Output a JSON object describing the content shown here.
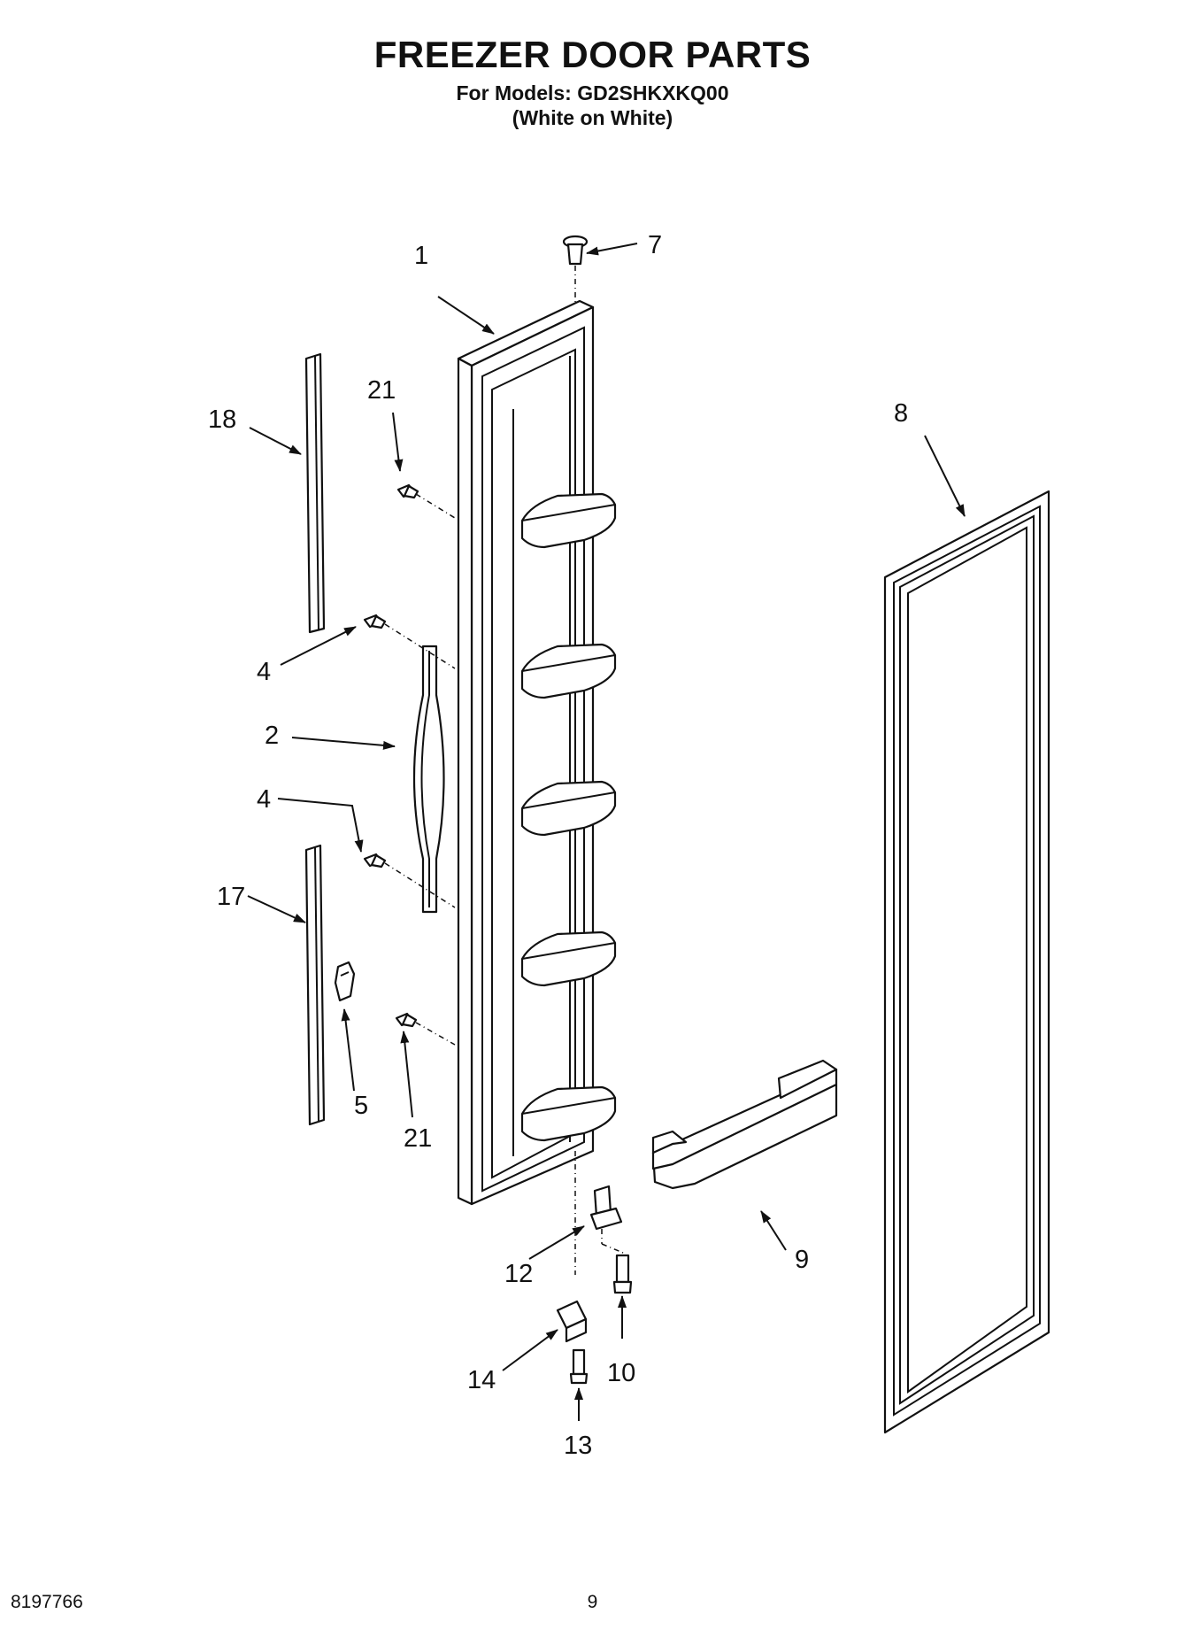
{
  "header": {
    "title": "FREEZER DOOR PARTS",
    "models_line": "For Models: GD2SHKXKQ00",
    "color_line": "(White on White)"
  },
  "footer": {
    "doc_number": "8197766",
    "page_number": "9"
  },
  "callouts": {
    "door": "1",
    "handle": "2",
    "screw_upper": "4",
    "screw_lower": "4",
    "clip": "5",
    "plug": "7",
    "gasket": "8",
    "door_bin": "9",
    "hinge_screw": "10",
    "hinge_pin": "12",
    "hinge_screw_bottom": "13",
    "bracket": "14",
    "trim_lower": "17",
    "trim_upper": "18",
    "top_screw": "21",
    "bottom_screw": "21"
  }
}
